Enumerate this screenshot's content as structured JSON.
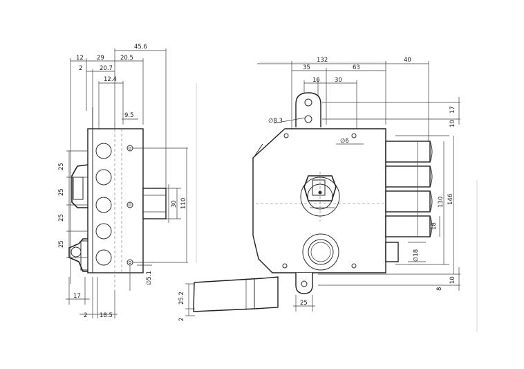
{
  "dimensions": {
    "d_45_6": "45.6",
    "d_12": "12",
    "d_29": "29",
    "d_20_5": "20.5",
    "d_2_top": "2",
    "d_20_7": "20.7",
    "d_12_4": "12.4",
    "d_9_5": "9.5",
    "d_25_a": "25",
    "d_25_b": "25",
    "d_25_c": "25",
    "d_25_d": "25",
    "d_30": "30",
    "d_110": "110",
    "d_5_1": "∅5.1",
    "d_17_left": "17",
    "d_2_bottom": "2",
    "d_18_5": "18.5",
    "d_25_2": "25.2",
    "d_2_key": "2",
    "d_25_bottom": "25",
    "d_132": "132",
    "d_35": "35",
    "d_63": "63",
    "d_40": "40",
    "d_16": "16",
    "d_30_top": "30",
    "d_8_3": "∅8.3",
    "d_6": "∅6",
    "d_17_right": "17",
    "d_10_top": "10",
    "d_130": "130",
    "d_146": "146",
    "d_18_bolt": "18",
    "d_18_cyl": "∅18",
    "d_10_bottom": "10",
    "d_8": "8"
  }
}
